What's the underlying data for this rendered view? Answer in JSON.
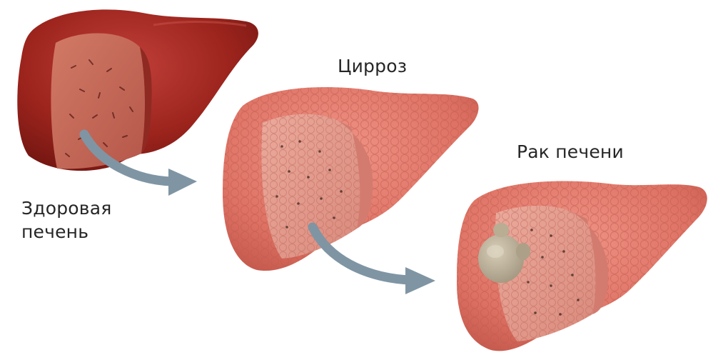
{
  "labels": {
    "healthy_line1": "Здоровая",
    "healthy_line2": "печень",
    "cirrhosis": "Цирроз",
    "cancer": "Рак печени"
  },
  "colors": {
    "background": "#ffffff",
    "healthy_liver": "#a12a20",
    "healthy_cut": "#c96a58",
    "cirrhotic_liver": "#e0776a",
    "cirrhotic_cut": "#e59c8e",
    "tumor": "#c3b8a0",
    "arrow": "#7f95a4",
    "text": "#262626"
  },
  "icons": [
    "healthy-liver-illustration",
    "cirrhosis-liver-illustration",
    "cancer-liver-illustration",
    "progression-arrow"
  ]
}
